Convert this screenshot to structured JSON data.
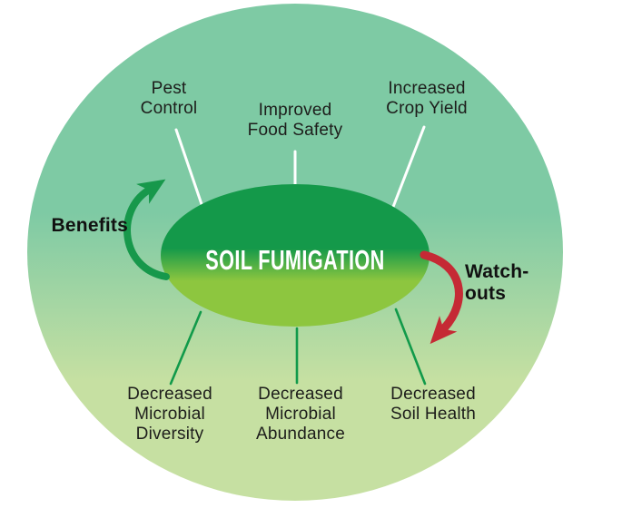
{
  "figure": {
    "title": "SOIL FUMIGATION"
  },
  "benefits": {
    "label": "Benefits",
    "items": [
      "Pest\nControl",
      "Improved\nFood Safety",
      "Increased\nCrop Yield"
    ]
  },
  "watchouts": {
    "label": "Watch-\nouts",
    "items": [
      "Decreased\nMicrobial\nDiversity",
      "Decreased\nMicrobial\nAbundance",
      "Decreased\nSoil Health"
    ]
  },
  "colors": {
    "circle_top": "#7ecaa4",
    "circle_bottom": "#c6e0a2",
    "ellipse_top": "#14994a",
    "ellipse_bottom": "#8dc63f",
    "benefits_green": "#17984b",
    "watchouts_red": "#c52a35",
    "connector_white": "#ffffff",
    "connector_green": "#119a4a",
    "text": "#1d1d1b"
  }
}
